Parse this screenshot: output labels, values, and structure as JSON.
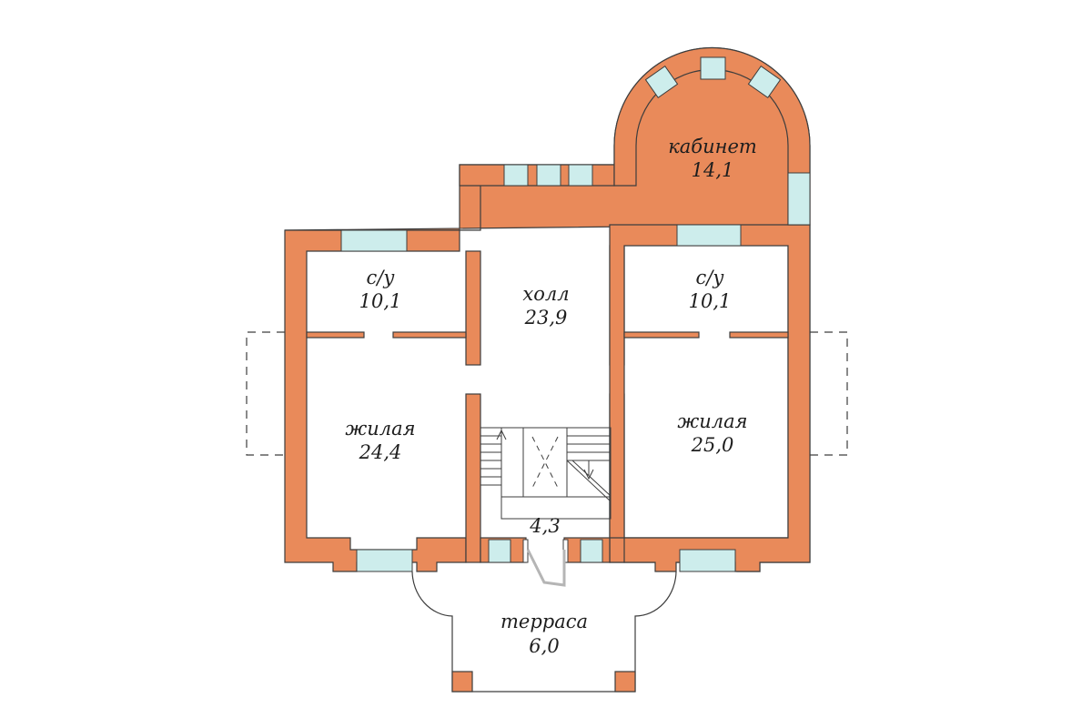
{
  "colors": {
    "wall": "#E98A5A",
    "window": "#CDEDEC",
    "line": "#3d3d3d",
    "door": "#b5b5b5"
  },
  "rooms": [
    {
      "id": "cabinet",
      "name": "кабинет",
      "area": "14,1"
    },
    {
      "id": "wc-left",
      "name": "с/у",
      "area": "10,1"
    },
    {
      "id": "hall",
      "name": "холл",
      "area": "23,9"
    },
    {
      "id": "wc-right",
      "name": "с/у",
      "area": "10,1"
    },
    {
      "id": "living-left",
      "name": "жилая",
      "area": "24,4"
    },
    {
      "id": "living-right",
      "name": "жилая",
      "area": "25,0"
    },
    {
      "id": "stair",
      "name": "",
      "area": "4,3"
    },
    {
      "id": "terrace",
      "name": "терраса",
      "area": "6,0"
    }
  ]
}
